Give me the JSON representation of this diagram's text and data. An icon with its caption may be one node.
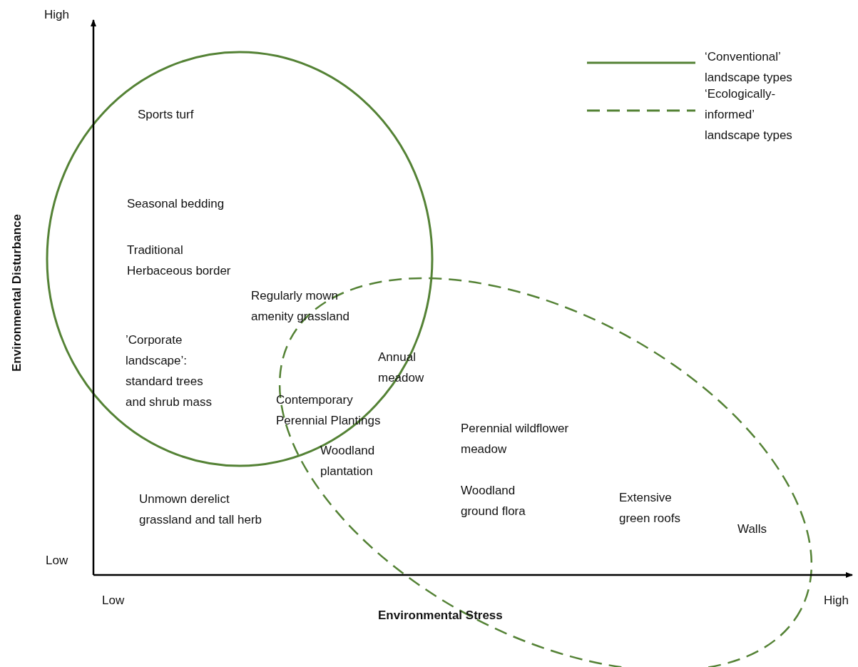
{
  "diagram": {
    "labels": [
      "High",
      "Sports turf",
      "Environmental Disturbance",
      "Seasonal bedding",
      "Traditional Herbaceous border",
      "Regularly mown amenity grassland",
      "’Corporate landscape’: standard trees and shrub mass",
      "Annual meadow",
      "Contemporary Perennial Plantings",
      "Perennial wildflower meadow",
      "Woodland plantation",
      "Unmown derelict grassland and tall herb",
      "Woodland ground flora",
      "Extensive green roofs",
      "Walls",
      "Low",
      "Low",
      "High",
      "Environmental Stress"
    ],
    "legend": [
      {
        "text": "‘Conventional’ landscape types"
      },
      {
        "text": "‘Ecologically-informed’ landscape types"
      }
    ]
  }
}
